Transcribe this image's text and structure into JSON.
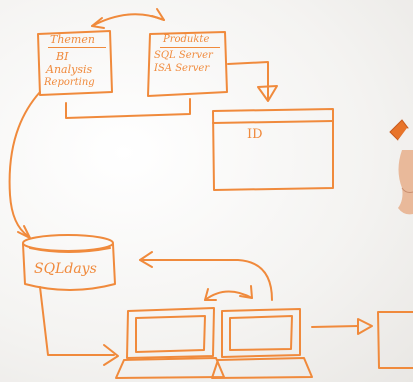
{
  "colors": {
    "ink": "#f08a3c",
    "whiteboard": "#f6f5f3",
    "skin": "#e9b99a",
    "marker_cap": "#e8742a"
  },
  "whiteboard": {
    "themen_box": {
      "title": "Themen",
      "items": [
        "BI",
        "Analysis",
        "Reporting"
      ]
    },
    "produkte_box": {
      "title": "Produkte",
      "items": [
        "SQL Server",
        "ISA Server"
      ]
    },
    "id_box": {
      "label": "ID"
    },
    "database": {
      "label": "SQLdays"
    }
  }
}
